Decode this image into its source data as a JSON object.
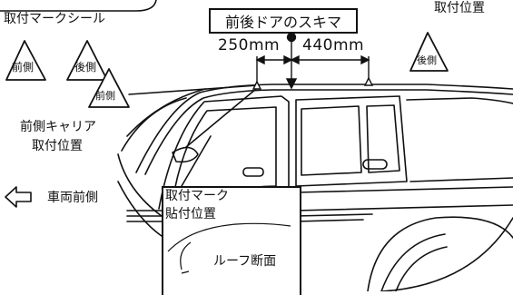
{
  "labels": {
    "seal_title": "取付マークシール",
    "gap_title": "前後ドアのスキマ",
    "mount_position": "取付位置",
    "front_side": "前側",
    "rear_side": "後側",
    "front_carrier_line1": "前側キャリア",
    "front_carrier_line2": "取付位置",
    "vehicle_front": "車両前側",
    "mark_label_line1": "取付マーク",
    "mark_label_line2": "貼付位置",
    "roof_section": "ルーフ断面",
    "dim_left": "250mm",
    "dim_right": "440mm"
  },
  "icons": {
    "arrow": "arrow-left-outline-icon",
    "triangle": "triangle-outline-icon"
  }
}
